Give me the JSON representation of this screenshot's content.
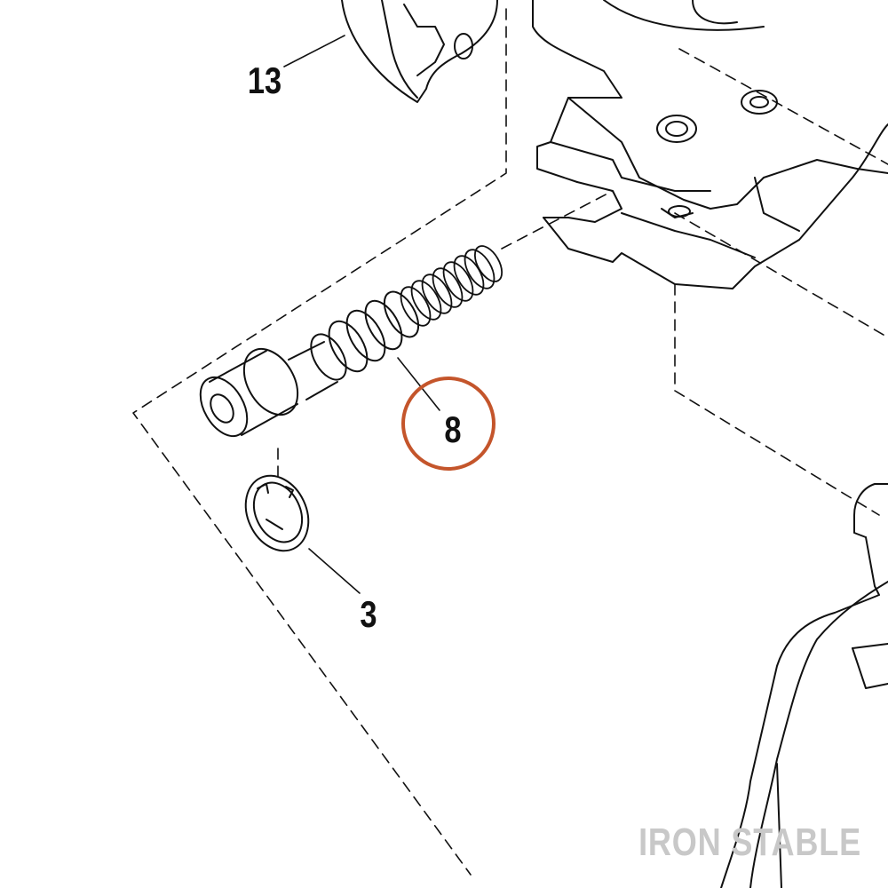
{
  "callouts": [
    {
      "id": "13",
      "label": "13"
    },
    {
      "id": "8",
      "label": "8",
      "highlighted": true
    },
    {
      "id": "3",
      "label": "3"
    }
  ],
  "watermark": "IRON STABLE",
  "colors": {
    "line": "#111111",
    "highlight": "#c4552b",
    "watermark": "#c8c8c8",
    "background": "#ffffff"
  }
}
